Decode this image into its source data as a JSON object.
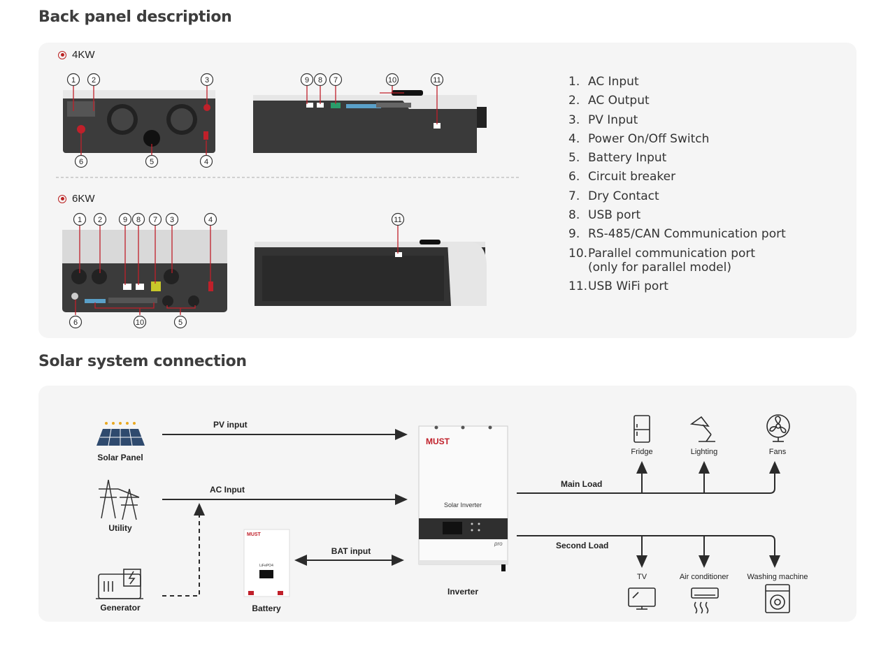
{
  "titles": {
    "back_panel": "Back panel description",
    "solar": "Solar system connection"
  },
  "models": {
    "m1": "4KW",
    "m2": "6KW"
  },
  "callouts_4kw_front": [
    "1",
    "2",
    "3",
    "6",
    "5",
    "4"
  ],
  "callouts_4kw_side": [
    "9",
    "8",
    "7",
    "10",
    "11"
  ],
  "callouts_6kw_front": [
    "1",
    "2",
    "9",
    "8",
    "7",
    "3",
    "4",
    "6",
    "10",
    "5"
  ],
  "callouts_6kw_side": [
    "11"
  ],
  "legend": [
    {
      "num": "1.",
      "text": "AC Input"
    },
    {
      "num": "2.",
      "text": "AC Output"
    },
    {
      "num": "3.",
      "text": "PV Input"
    },
    {
      "num": "4.",
      "text": "Power On/Off Switch"
    },
    {
      "num": "5.",
      "text": "Battery Input"
    },
    {
      "num": "6.",
      "text": "Circuit breaker"
    },
    {
      "num": "7.",
      "text": "Dry Contact"
    },
    {
      "num": "8.",
      "text": "USB port"
    },
    {
      "num": "9.",
      "text": "RS-485/CAN Communication port"
    },
    {
      "num": "10.",
      "text": "Parallel communication port",
      "text2": "(only for parallel model)"
    },
    {
      "num": "11.",
      "text": "USB WiFi port"
    }
  ],
  "diagram": {
    "solar_panel": "Solar Panel",
    "utility": "Utility",
    "generator": "Generator",
    "battery": "Battery",
    "inverter": "Inverter",
    "pv_input": "PV input",
    "ac_input": "AC Input",
    "bat_input": "BAT input",
    "main_load": "Main Load",
    "second_load": "Second Load",
    "fridge": "Fridge",
    "lighting": "Lighting",
    "fans": "Fans",
    "tv": "TV",
    "air_conditioner": "Air conditioner",
    "washing_machine": "Washing machine",
    "brand": "MUST",
    "inverter_badge": "Solar Inverter",
    "pro": "pro",
    "battery_brand": "MUST",
    "battery_type": "LiFePO4"
  },
  "colors": {
    "accent_red": "#c0202a",
    "line": "#2b2b2b",
    "panel_bg": "#f5f5f5"
  }
}
